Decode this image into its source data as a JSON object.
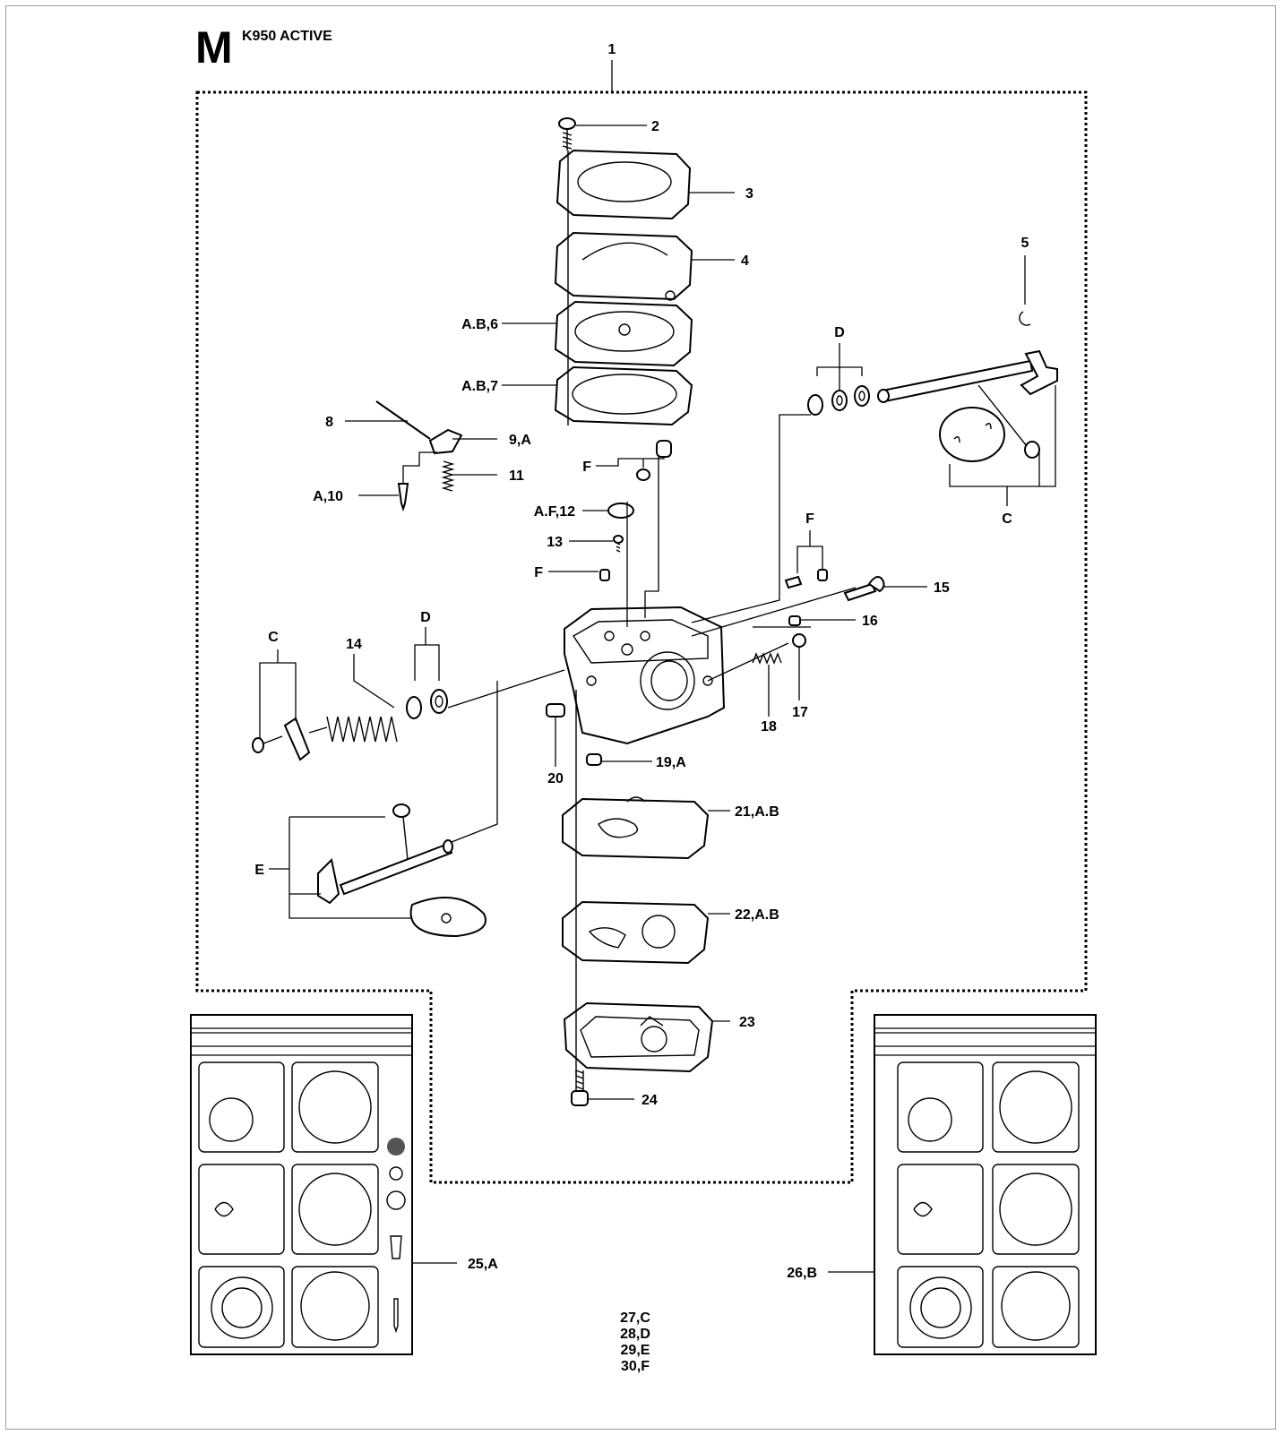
{
  "header": {
    "section_letter": "M",
    "model": "K950 ACTIVE"
  },
  "callouts": [
    {
      "id": "c1",
      "text": "1"
    },
    {
      "id": "c2",
      "text": "2"
    },
    {
      "id": "c3",
      "text": "3"
    },
    {
      "id": "c4",
      "text": "4"
    },
    {
      "id": "c5",
      "text": "5"
    },
    {
      "id": "c6",
      "text": "A.B,6"
    },
    {
      "id": "c7",
      "text": "A.B,7"
    },
    {
      "id": "c8",
      "text": "8"
    },
    {
      "id": "c9",
      "text": "9,A"
    },
    {
      "id": "c10",
      "text": "A,10"
    },
    {
      "id": "c11",
      "text": "11"
    },
    {
      "id": "c12",
      "text": "A.F,12"
    },
    {
      "id": "c13",
      "text": "13"
    },
    {
      "id": "c14",
      "text": "14"
    },
    {
      "id": "c15",
      "text": "15"
    },
    {
      "id": "c16",
      "text": "16"
    },
    {
      "id": "c17",
      "text": "17"
    },
    {
      "id": "c18",
      "text": "18"
    },
    {
      "id": "c19",
      "text": "19,A"
    },
    {
      "id": "c20",
      "text": "20"
    },
    {
      "id": "c21",
      "text": "21,A.B"
    },
    {
      "id": "c22",
      "text": "22,A.B"
    },
    {
      "id": "c23",
      "text": "23"
    },
    {
      "id": "c24",
      "text": "24"
    },
    {
      "id": "c25",
      "text": "25,A"
    },
    {
      "id": "c26",
      "text": "26,B"
    },
    {
      "id": "cD1",
      "text": "D"
    },
    {
      "id": "cD2",
      "text": "D"
    },
    {
      "id": "cC1",
      "text": "C"
    },
    {
      "id": "cC2",
      "text": "C"
    },
    {
      "id": "cF1",
      "text": "F"
    },
    {
      "id": "cF2",
      "text": "F"
    },
    {
      "id": "cF3",
      "text": "F"
    },
    {
      "id": "cE",
      "text": "E"
    }
  ],
  "kit_list": [
    "27,C",
    "28,D",
    "29,E",
    "30,F"
  ]
}
